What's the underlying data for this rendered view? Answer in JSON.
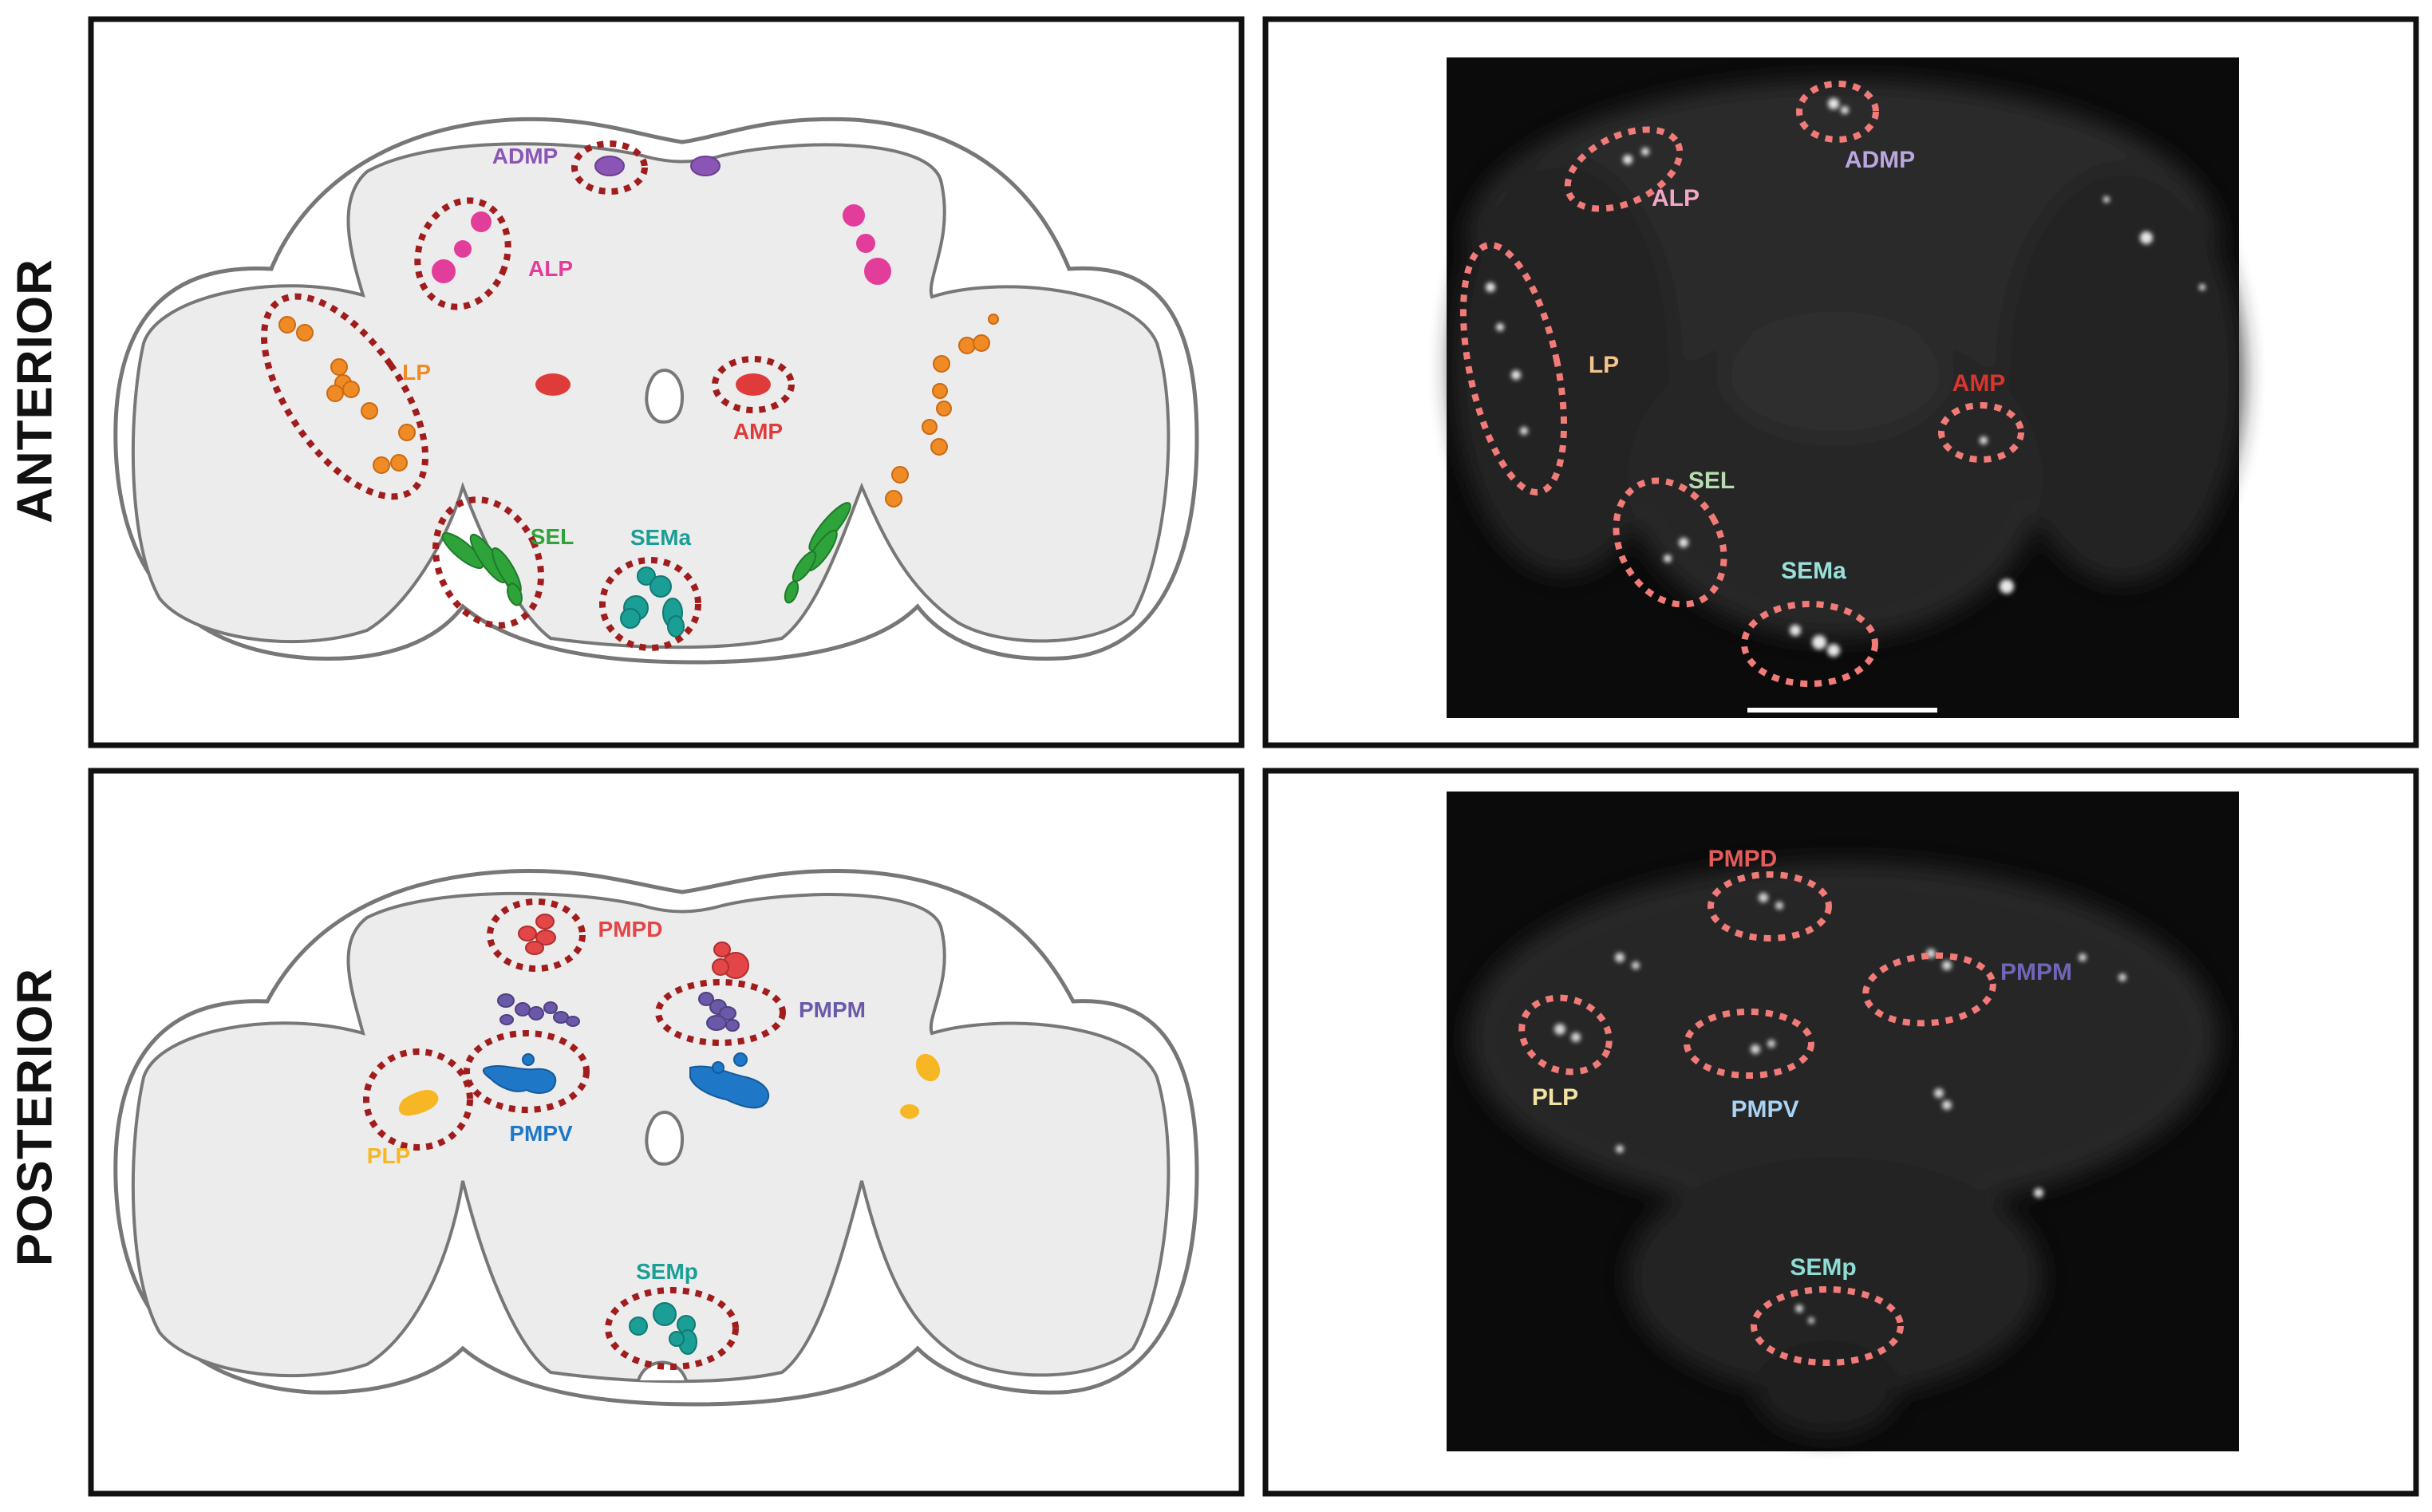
{
  "rows": {
    "anterior": "ANTERIOR",
    "posterior": "POSTERIOR"
  },
  "anterior_schematic": {
    "admp": "ADMP",
    "alp": "ALP",
    "lp": "LP",
    "amp": "AMP",
    "sel": "SEL",
    "sema": "SEMa"
  },
  "anterior_micrograph": {
    "admp": "ADMP",
    "alp": "ALP",
    "lp": "LP",
    "amp": "AMP",
    "sel": "SEL",
    "sema": "SEMa"
  },
  "posterior_schematic": {
    "pmpd": "PMPD",
    "pmpm": "PMPM",
    "plp": "PLP",
    "pmpv": "PMPV",
    "semp": "SEMp"
  },
  "posterior_micrograph": {
    "pmpd": "PMPD",
    "pmpm": "PMPM",
    "plp": "PLP",
    "pmpv": "PMPV",
    "semp": "SEMp"
  },
  "colors": {
    "admp": "#8a55b5",
    "alp": "#e23d9a",
    "lp": "#f08a24",
    "amp": "#e03b3b",
    "sel": "#2ea33a",
    "sema": "#1a9e95",
    "pmpd": "#e34646",
    "pmpm": "#6a58a8",
    "plp": "#f7b623",
    "pmpv": "#1f77c7",
    "semp": "#1a9e95",
    "circle": "#a11d1d",
    "micro_circle": "#f07b78"
  }
}
